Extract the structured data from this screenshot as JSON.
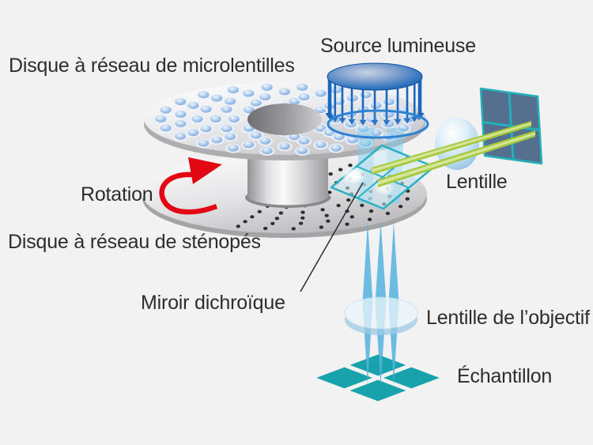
{
  "labels": {
    "microlens_disk": "Disque à réseau de microlentilles",
    "light_source": "Source lumineuse",
    "rotation": "Rotation",
    "pinhole_disk": "Disque à réseau de sténopés",
    "dichroic_mirror": "Miroir dichroïque",
    "lens": "Lentille",
    "objective_lens": "Lentille de l’objectif",
    "sample": "Échantillon"
  },
  "colors": {
    "background": "#f2f2f3",
    "text": "#2d2d2d",
    "accent_red": "#e30613",
    "source_blue": "#1a67be",
    "ring_blue": "#2e82d4",
    "excitation_beam_blue": "#7ecbeb",
    "objective_beam_blue": "#54b2de",
    "mirror_teal": "#27b2c3",
    "detector_slate": "#54708e",
    "detector_teal": "#22b0ba",
    "emission_green": "#a3c93e",
    "emission_green_light": "#d6e597",
    "sample_teal": "#18a2ab",
    "microlens_blue": "#6f9fd6",
    "pinhole_black": "#2e2e30"
  }
}
